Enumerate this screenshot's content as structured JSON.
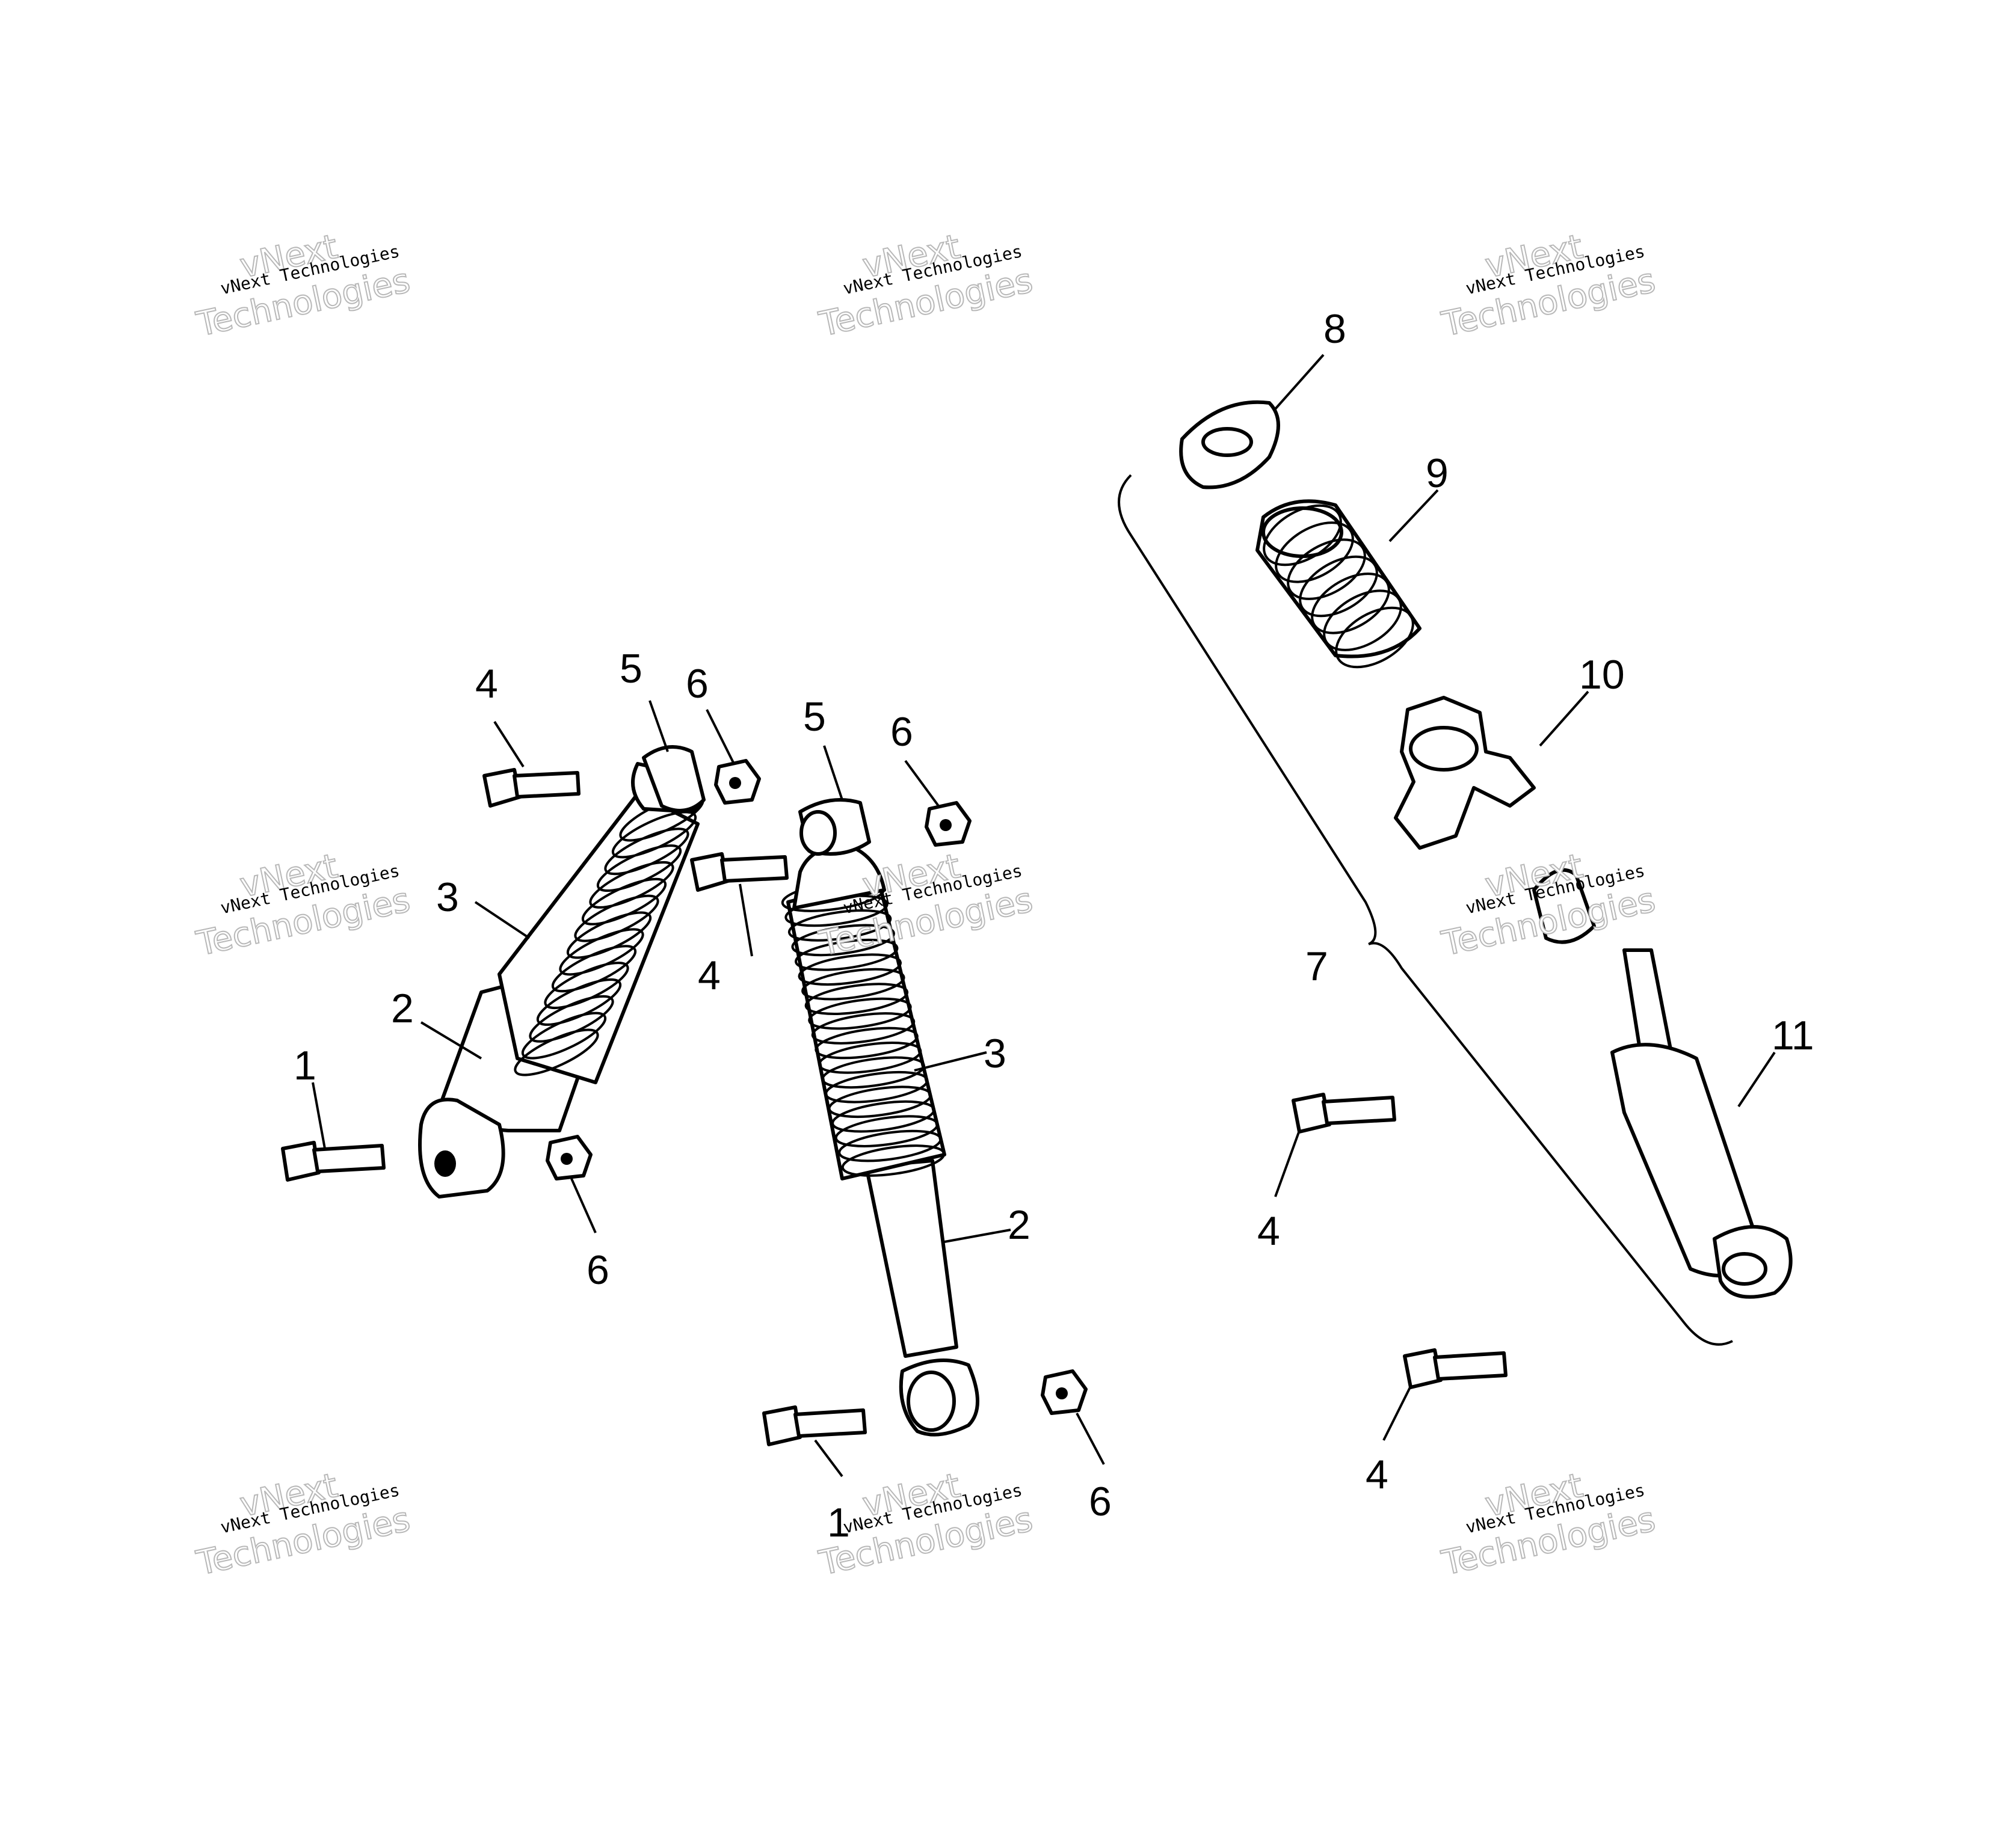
{
  "watermark": {
    "line1": "vNext Technologies",
    "line2": "vNext",
    "line3": "Technologies"
  },
  "callouts": [
    {
      "id": "c4a",
      "text": "4"
    },
    {
      "id": "c5a",
      "text": "5"
    },
    {
      "id": "c6a",
      "text": "6"
    },
    {
      "id": "c5b",
      "text": "5"
    },
    {
      "id": "c6b",
      "text": "6"
    },
    {
      "id": "c3a",
      "text": "3"
    },
    {
      "id": "c4b",
      "text": "4"
    },
    {
      "id": "c2a",
      "text": "2"
    },
    {
      "id": "c1a",
      "text": "1"
    },
    {
      "id": "c6c",
      "text": "6"
    },
    {
      "id": "c3b",
      "text": "3"
    },
    {
      "id": "c2b",
      "text": "2"
    },
    {
      "id": "c1b",
      "text": "1"
    },
    {
      "id": "c6d",
      "text": "6"
    },
    {
      "id": "c8",
      "text": "8"
    },
    {
      "id": "c9",
      "text": "9"
    },
    {
      "id": "c10",
      "text": "10"
    },
    {
      "id": "c7",
      "text": "7"
    },
    {
      "id": "c11",
      "text": "11"
    },
    {
      "id": "c4c",
      "text": "4"
    },
    {
      "id": "c4d",
      "text": "4"
    }
  ]
}
